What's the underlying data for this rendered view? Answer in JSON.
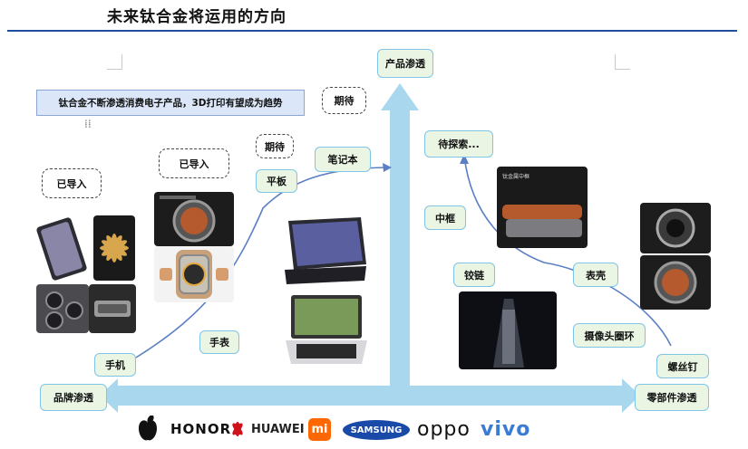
{
  "header": {
    "title": "未来钛合金将运用的方向"
  },
  "diagram": {
    "top_label": "产品渗透",
    "left_label": "品牌渗透",
    "right_label": "零部件渗透",
    "banner": "钛合金不断渗透消费电子产品，3D打印有望成为趋势",
    "expect_top": "期待",
    "expect_small": "期待",
    "imported_left": "已导入",
    "imported_mid": "已导入",
    "to_explore": "待探索...",
    "products": {
      "phone": "手机",
      "watch": "手表",
      "tablet": "平板",
      "notebook": "笔记本"
    },
    "parts": {
      "frame": "中框",
      "hinge": "铰链",
      "watch_case": "表壳",
      "camera_ring": "摄像头圈环",
      "screw": "螺丝钉"
    },
    "image_caption": "钛金属中框"
  },
  "brands": [
    "HONOR",
    "HUAWEI",
    "mi",
    "SAMSUNG",
    "oppo",
    "vivo"
  ],
  "colors": {
    "arrow": "#a9d8ee",
    "tag_fill": "#eaf5e4",
    "tag_border": "#7fc5e6",
    "rule": "#1f4e9c"
  }
}
